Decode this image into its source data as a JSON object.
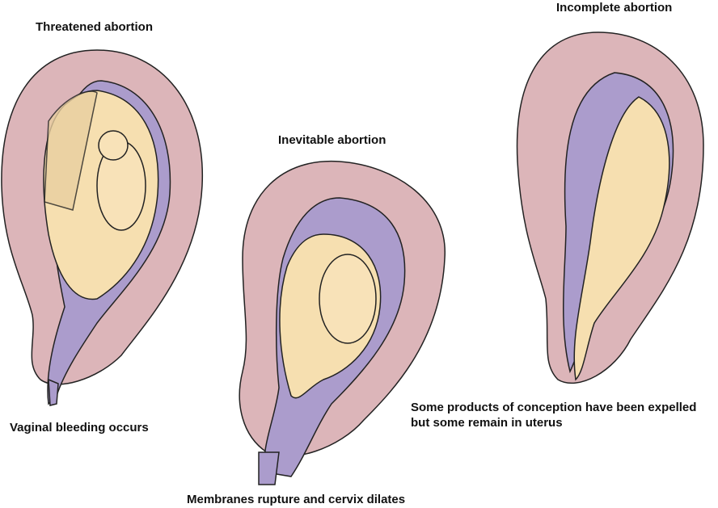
{
  "stages": [
    {
      "title": "Threatened abortion",
      "caption": "Vaginal bleeding occurs"
    },
    {
      "title": "Inevitable abortion",
      "caption": "Membranes rupture and cervix dilates"
    },
    {
      "title": "Incomplete abortion",
      "caption_line1": "Some products of conception have been expelled",
      "caption_line2": "but some remain in uterus"
    }
  ],
  "colors": {
    "uterus": "#dcb5b9",
    "membrane": "#ab9ccc",
    "fetus": "#f6dfb0",
    "outline": "#222222"
  }
}
